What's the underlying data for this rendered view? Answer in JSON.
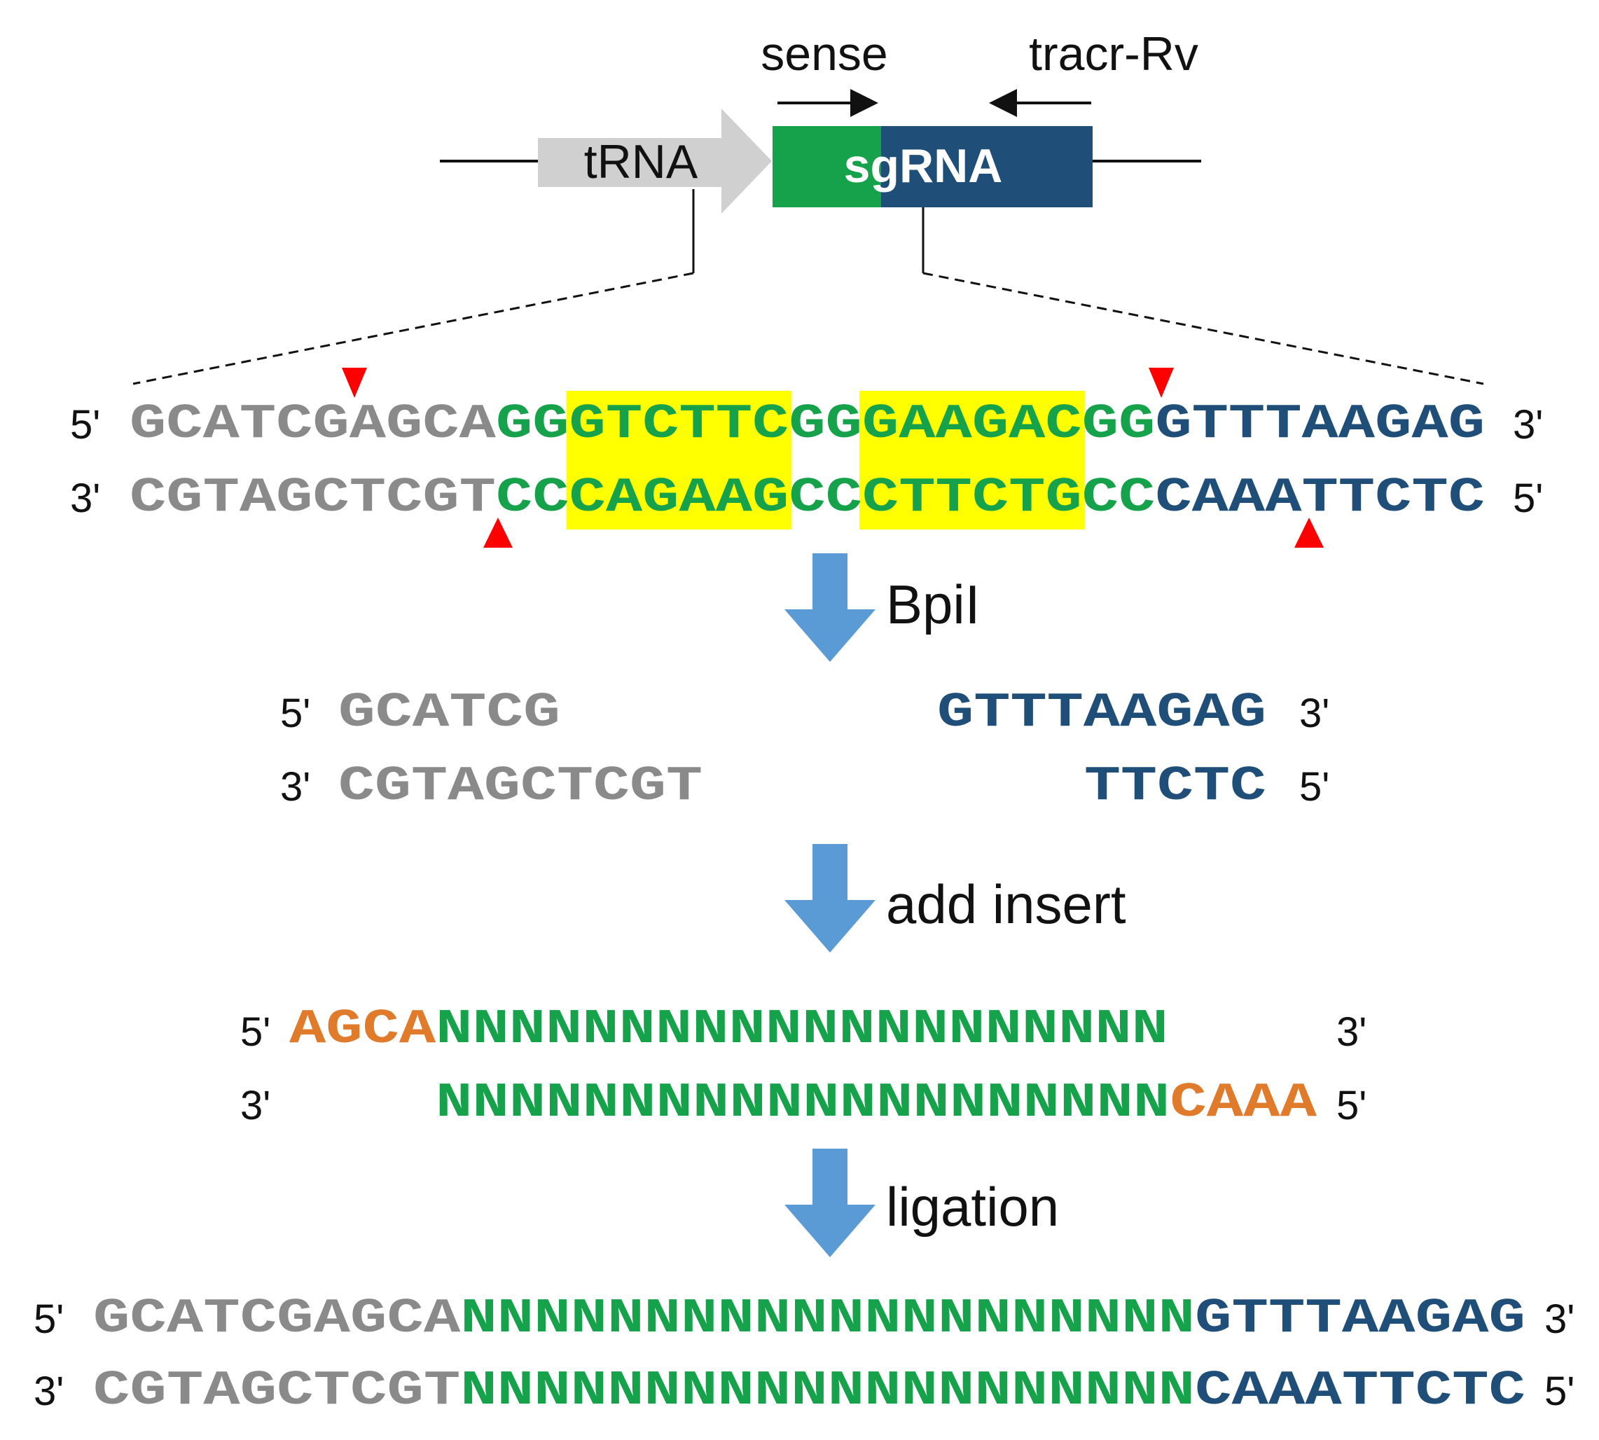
{
  "colors": {
    "grey": "#8a8a8a",
    "green": "#15a24a",
    "navy": "#1f4e79",
    "orange": "#e07b2c",
    "yellow": "#ffff00",
    "red": "#ff0000",
    "arrow_blue": "#5b9bd5",
    "trna_fill": "#d0d0d0"
  },
  "construct": {
    "trna_label": "tRNA",
    "sgrna_label": "sgRNA",
    "primer_sense": "sense",
    "primer_tracr": "tracr-Rv"
  },
  "steps": {
    "step1": "BpiI",
    "step2": "add insert",
    "step3": "ligation"
  },
  "ends": {
    "five": "5'",
    "three": "3'"
  },
  "original": {
    "top": [
      {
        "text": "GCATCGAGCA",
        "color": "grey"
      },
      {
        "text": "GG",
        "color": "green"
      },
      {
        "text": "GTCTTC",
        "color": "green",
        "highlight": true
      },
      {
        "text": "GG",
        "color": "green"
      },
      {
        "text": "GAAGAC",
        "color": "green",
        "highlight": true
      },
      {
        "text": "GG",
        "color": "green"
      },
      {
        "text": "GTTTAAGAG",
        "color": "navy"
      }
    ],
    "bottom": [
      {
        "text": "CGTAGCTCGT",
        "color": "grey"
      },
      {
        "text": "CC",
        "color": "green"
      },
      {
        "text": "CAGAAG",
        "color": "green",
        "highlight": true
      },
      {
        "text": "CC",
        "color": "green"
      },
      {
        "text": "CTTCTG",
        "color": "green",
        "highlight": true
      },
      {
        "text": "CC",
        "color": "green"
      },
      {
        "text": "CAAATTCTC",
        "color": "navy"
      }
    ]
  },
  "digested": {
    "left_top": "GCATCG",
    "left_bottom": "CGTAGCTCGT",
    "right_top": "GTTTAAGAG",
    "right_bottom": "TTCTC"
  },
  "insert": {
    "top_overhang": "AGCA",
    "top_body": "NNNNNNNNNNNNNNNNNNNN",
    "bottom_body": "NNNNNNNNNNNNNNNNNNNN",
    "bottom_overhang": "CAAA"
  },
  "ligated": {
    "top": [
      {
        "text": "GCATCGAGCA",
        "color": "grey"
      },
      {
        "text": "NNNNNNNNNNNNNNNNNNNN",
        "color": "green"
      },
      {
        "text": "GTTTAAGAG",
        "color": "navy"
      }
    ],
    "bottom": [
      {
        "text": "CGTAGCTCGT",
        "color": "grey"
      },
      {
        "text": "NNNNNNNNNNNNNNNNNNNN",
        "color": "green"
      },
      {
        "text": "CAAATTCTC",
        "color": "navy"
      }
    ]
  }
}
